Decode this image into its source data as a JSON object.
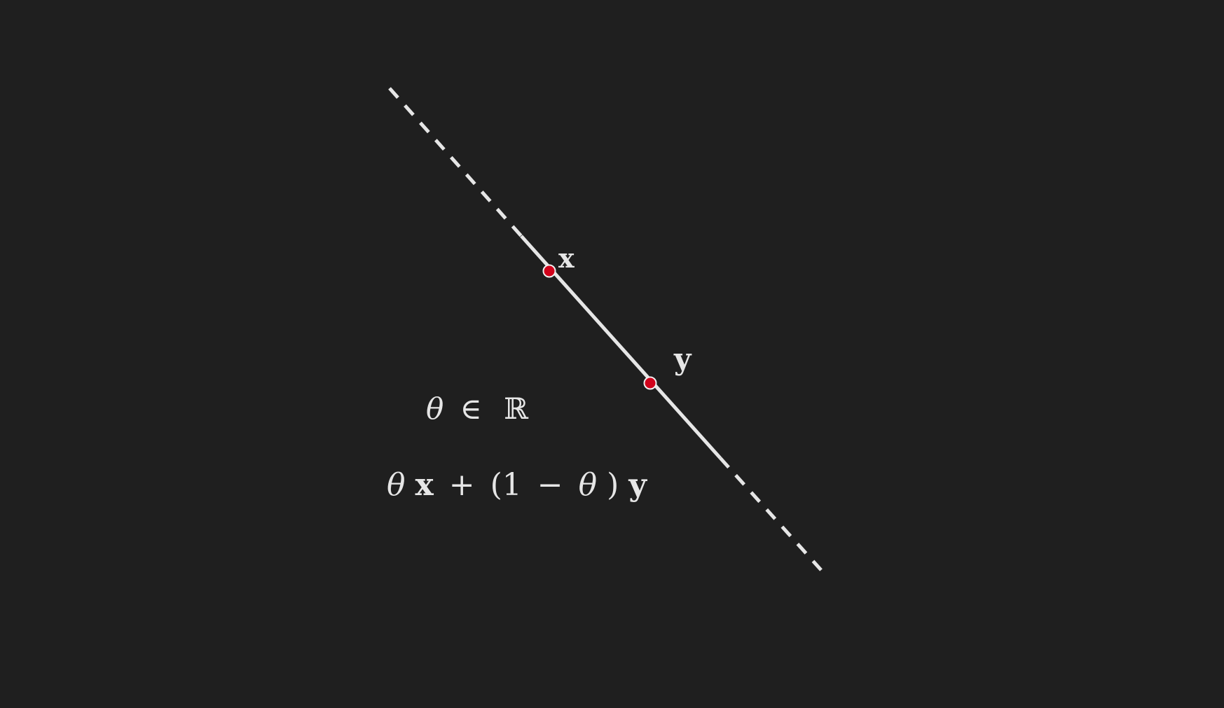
{
  "colors": {
    "background": "#1f1f1f",
    "line": "#e6e6e6",
    "point_fill": "#d0021b",
    "point_stroke": "#f0f0f0",
    "text": "#e6e6e6"
  },
  "points": {
    "x_label": "x",
    "y_label": "y"
  },
  "formulas": {
    "theta_domain": {
      "theta": "θ",
      "element_of": "∈",
      "reals": "ℝ"
    },
    "combination": {
      "theta1": "θ",
      "x": "x",
      "plus": "+",
      "open": "(1",
      "minus": "−",
      "theta2": "θ",
      "close": ")",
      "y": "y"
    }
  }
}
